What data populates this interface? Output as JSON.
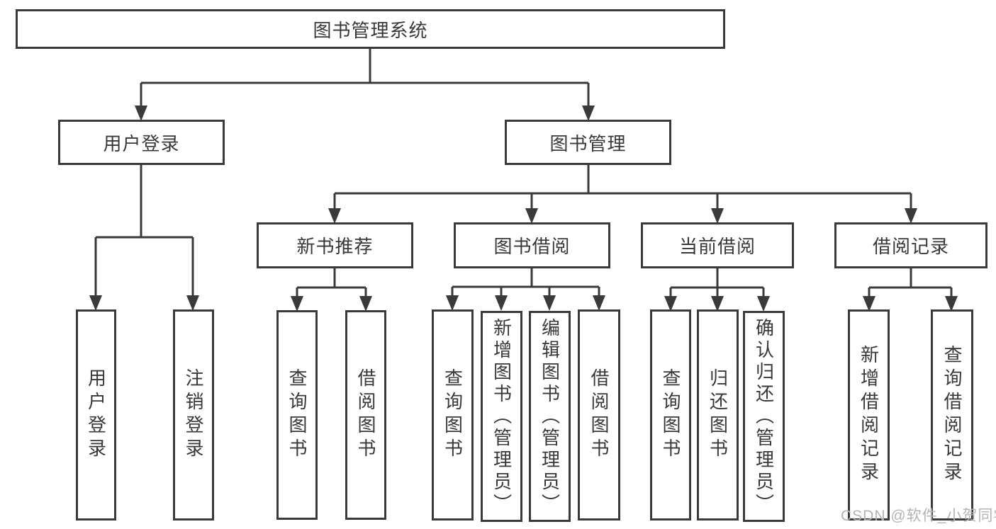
{
  "diagram": {
    "type": "hierarchy-tree",
    "colors": {
      "line": "#3a3a3a",
      "text": "#383838",
      "background": "#ffffff",
      "watermark_color": "#b4b4b4"
    }
  },
  "nodes": {
    "root": {
      "label": "图书管理系统"
    },
    "user_login": {
      "label": "用户登录"
    },
    "book_mgmt": {
      "label": "图书管理"
    },
    "new_book_rec": {
      "label": "新书推荐"
    },
    "book_borrow": {
      "label": "图书借阅"
    },
    "current_borrow": {
      "label": "当前借阅"
    },
    "borrow_record": {
      "label": "借阅记录"
    },
    "ul_login": {
      "label": "用户登录"
    },
    "ul_logout": {
      "label": "注销登录"
    },
    "nb_query": {
      "label": "查询图书"
    },
    "nb_borrow": {
      "label": "借阅图书"
    },
    "bb_query": {
      "label": "查询图书"
    },
    "bb_add": {
      "label": "新增图书（管理员）"
    },
    "bb_edit": {
      "label": "编辑图书（管理员）"
    },
    "bb_borrow": {
      "label": "借阅图书"
    },
    "cb_query": {
      "label": "查询图书"
    },
    "cb_return": {
      "label": "归还图书"
    },
    "cb_confirm": {
      "label": "确认归还（管理员）"
    },
    "br_add": {
      "label": "新增借阅记录"
    },
    "br_query": {
      "label": "查询借阅记录"
    }
  },
  "edges": [
    [
      "root",
      "user_login"
    ],
    [
      "root",
      "book_mgmt"
    ],
    [
      "user_login",
      "ul_login"
    ],
    [
      "user_login",
      "ul_logout"
    ],
    [
      "book_mgmt",
      "new_book_rec"
    ],
    [
      "book_mgmt",
      "book_borrow"
    ],
    [
      "book_mgmt",
      "current_borrow"
    ],
    [
      "book_mgmt",
      "borrow_record"
    ],
    [
      "new_book_rec",
      "nb_query"
    ],
    [
      "new_book_rec",
      "nb_borrow"
    ],
    [
      "book_borrow",
      "bb_query"
    ],
    [
      "book_borrow",
      "bb_add"
    ],
    [
      "book_borrow",
      "bb_edit"
    ],
    [
      "book_borrow",
      "bb_borrow"
    ],
    [
      "current_borrow",
      "cb_query"
    ],
    [
      "current_borrow",
      "cb_return"
    ],
    [
      "current_borrow",
      "cb_confirm"
    ],
    [
      "borrow_record",
      "br_add"
    ],
    [
      "borrow_record",
      "br_query"
    ]
  ],
  "watermark": {
    "text": "CSDN @软件_小贺同学"
  }
}
